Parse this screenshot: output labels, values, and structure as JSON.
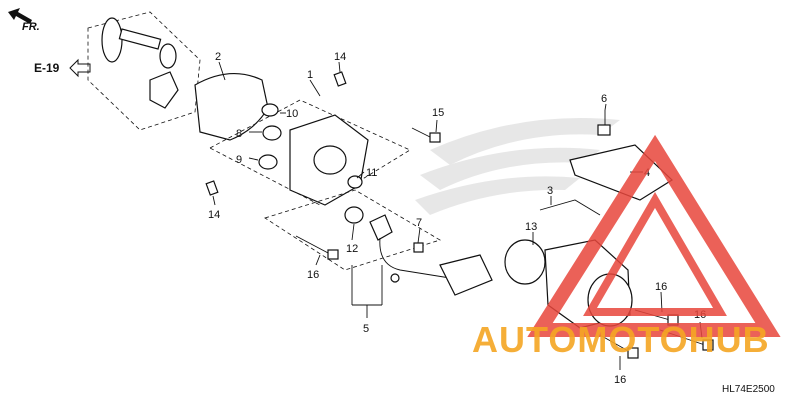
{
  "diagram": {
    "direction_label": "FR.",
    "reference_label": "E-19",
    "part_code": "HL74E2500",
    "watermark_text": "AUTOMOTOHUB",
    "watermark_color": "#e8463c",
    "accent_orange": "#f5a623",
    "callouts": [
      {
        "id": "c1",
        "text": "1"
      },
      {
        "id": "c2",
        "text": "2"
      },
      {
        "id": "c3",
        "text": "3"
      },
      {
        "id": "c4",
        "text": "4"
      },
      {
        "id": "c5",
        "text": "5"
      },
      {
        "id": "c6",
        "text": "6"
      },
      {
        "id": "c7",
        "text": "7"
      },
      {
        "id": "c8",
        "text": "8"
      },
      {
        "id": "c9",
        "text": "9"
      },
      {
        "id": "c10",
        "text": "10"
      },
      {
        "id": "c11",
        "text": "11"
      },
      {
        "id": "c12",
        "text": "12"
      },
      {
        "id": "c13",
        "text": "13"
      },
      {
        "id": "c14a",
        "text": "14"
      },
      {
        "id": "c14b",
        "text": "14"
      },
      {
        "id": "c15",
        "text": "15"
      },
      {
        "id": "c16a",
        "text": "16"
      },
      {
        "id": "c16b",
        "text": "16"
      },
      {
        "id": "c16c",
        "text": "16"
      },
      {
        "id": "c16d",
        "text": "16"
      }
    ]
  }
}
